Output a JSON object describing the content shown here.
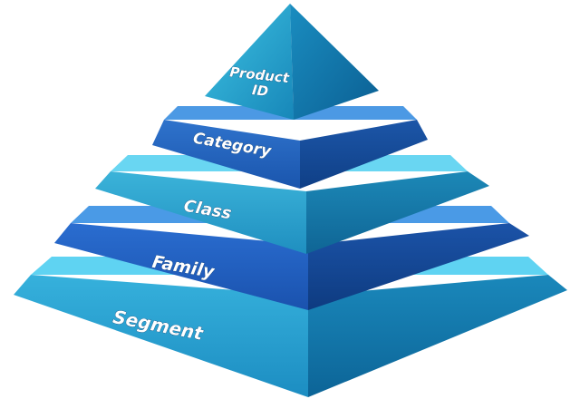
{
  "diagram": {
    "tiers": [
      {
        "label": "Product\nID"
      },
      {
        "label": "Category"
      },
      {
        "label": "Class"
      },
      {
        "label": "Family"
      },
      {
        "label": "Segment"
      }
    ]
  }
}
